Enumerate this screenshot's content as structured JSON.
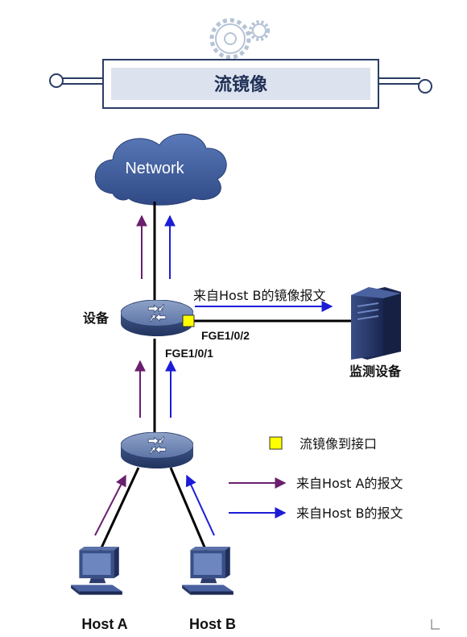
{
  "header": {
    "title": "流镜像"
  },
  "network": {
    "label": "Network"
  },
  "device": {
    "label": "设备"
  },
  "ports": {
    "mirror_port": "FGE1/0/2",
    "uplink_port": "FGE1/0/1"
  },
  "mirror_flow": {
    "label": "来自Host B的镜像报文"
  },
  "monitor": {
    "label": "监测设备"
  },
  "hosts": [
    {
      "label": "Host A"
    },
    {
      "label": "Host B"
    }
  ],
  "legend": {
    "port_mirror": "流镜像到接口",
    "host_a_packets": "来自Host A的报文",
    "host_b_packets": "来自Host B的报文"
  },
  "colors": {
    "host_a": "#6a1f6e",
    "host_b": "#1c1cd6",
    "port": "#ffff00",
    "cloud": "#3b5a9a"
  }
}
